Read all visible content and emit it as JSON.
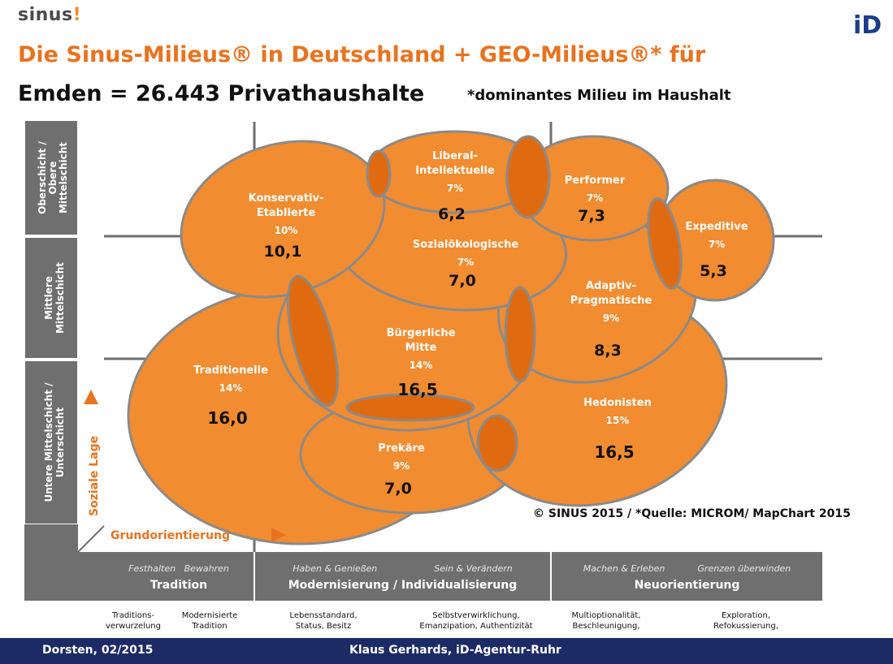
{
  "logo": {
    "sinus": "sinus",
    "sinus_dot": "!",
    "id": "iD"
  },
  "title": {
    "line1": "Die Sinus-Milieus® in Deutschland + GEO-Milieus®* für",
    "line2": "Emden = 26.443 Privathaushalte",
    "note": "*dominantes Milieu im Haushalt"
  },
  "y_axis": {
    "label": "Soziale Lage",
    "bands": [
      "Oberschicht / Obere Mittelschicht",
      "Mittlere Mittelschicht",
      "Untere Mittelschicht / Unterschicht"
    ]
  },
  "x_axis": {
    "label": "Grundorientierung",
    "groups": [
      {
        "italic_left": "Festhalten",
        "italic_right": "Bewahren",
        "title": "Tradition"
      },
      {
        "italic_left": "Haben & Genießen",
        "italic_right": "Sein & Verändern",
        "title": "Modernisierung / Individualisierung"
      },
      {
        "italic_left": "Machen & Erleben",
        "italic_right": "Grenzen überwinden",
        "title": "Neuorientierung"
      }
    ],
    "subs": [
      "Traditions-\nverwurzelung",
      "Modernisierte\nTradition",
      "Lebensstandard,\nStatus, Besitz",
      "Selbstverwirklichung,\nEmanzipation, Authentizität",
      "Multioptionalität,\nBeschleunigung,",
      "Exploration,\nRefokussierung,"
    ]
  },
  "milieus": [
    {
      "name": "Konservativ-\nEtablierte",
      "pct": "10%",
      "value": "10,1"
    },
    {
      "name": "Liberal-\nIntellektuelle",
      "pct": "7%",
      "value": "6,2"
    },
    {
      "name": "Performer",
      "pct": "7%",
      "value": "7,3"
    },
    {
      "name": "Expeditive",
      "pct": "7%",
      "value": "5,3"
    },
    {
      "name": "Sozialökologische",
      "pct": "7%",
      "value": "7,0"
    },
    {
      "name": "Adaptiv-\nPragmatische",
      "pct": "9%",
      "value": "8,3"
    },
    {
      "name": "Bürgerliche\nMitte",
      "pct": "14%",
      "value": "16,5"
    },
    {
      "name": "Traditionelle",
      "pct": "14%",
      "value": "16,0"
    },
    {
      "name": "Prekäre",
      "pct": "9%",
      "value": "7,0"
    },
    {
      "name": "Hedonisten",
      "pct": "15%",
      "value": "16,5"
    }
  ],
  "source": "© SINUS 2015 / *Quelle: MICROM/ MapChart 2015",
  "footer": {
    "left": "Dorsten, 02/2015",
    "center": "Klaus Gerhards, iD-Agentur-Ruhr"
  },
  "colors": {
    "orange": "#f28c30",
    "dark_orange": "#e06a10",
    "grey": "#6f6f6f",
    "navy": "#1c2b66"
  }
}
